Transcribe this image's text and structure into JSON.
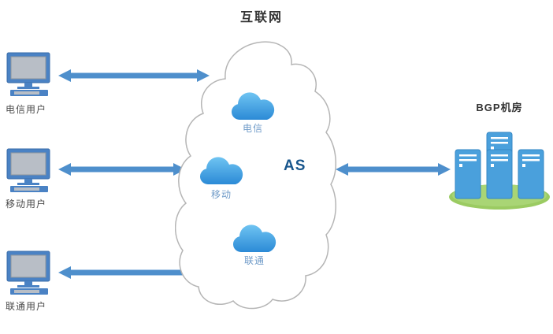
{
  "title": "互联网",
  "users": [
    {
      "label": "电信用户"
    },
    {
      "label": "移动用户"
    },
    {
      "label": "联通用户"
    }
  ],
  "as": {
    "label": "AS",
    "clouds": [
      {
        "label": "电信"
      },
      {
        "label": "移动"
      },
      {
        "label": "联通"
      }
    ]
  },
  "datacenter": {
    "label": "BGP机房"
  },
  "colors": {
    "arrow": "#4e8fcc",
    "small_cloud_top": "#6fc4f2",
    "small_cloud_bottom": "#2b8ad6",
    "big_cloud_stroke": "#b5b5b5",
    "computer_frame": "#4a82c4",
    "screen_gray": "#b8bec6",
    "server_blue": "#4aa0dc",
    "server_stroke": "#3587c4",
    "grass_green": "#9bcb62",
    "as_text": "#17558c",
    "title_text": "#333333",
    "cloud_label_text": "#6f9bc8"
  }
}
